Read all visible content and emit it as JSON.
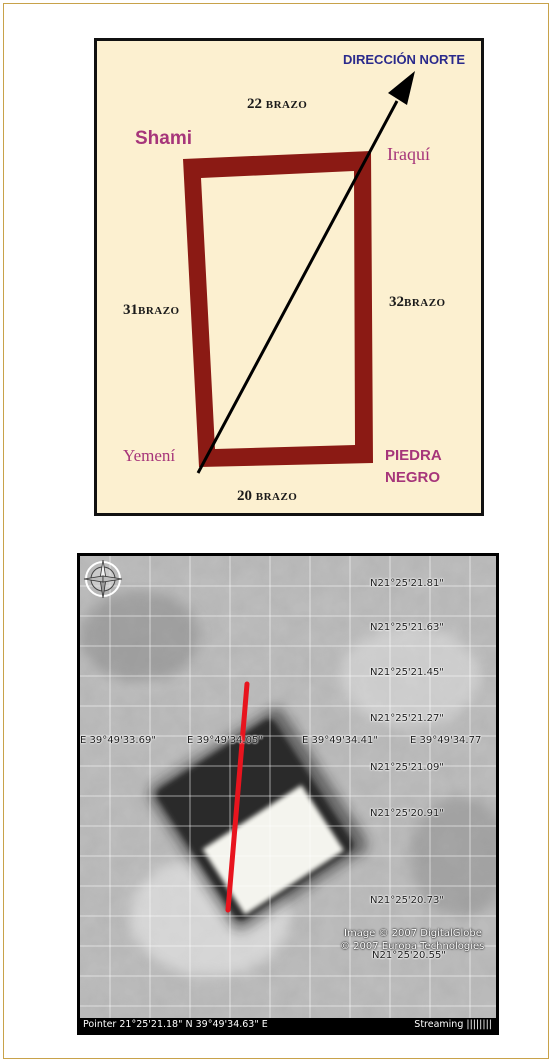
{
  "diagram": {
    "north_label": "DIRECCIÓN NORTE",
    "sides": {
      "top": {
        "num": "22",
        "unit": "BRAZO"
      },
      "left": {
        "num": "31",
        "unit": "BRAZO"
      },
      "right": {
        "num": "32",
        "unit": "BRAZO"
      },
      "bottom": {
        "num": "20",
        "unit": "BRAZO"
      }
    },
    "corners": {
      "shami": "Shami",
      "iraqui": "Iraquí",
      "yemeni": "Yemení",
      "piedra_line1": "PIEDRA",
      "piedra_line2": "NEGRO"
    },
    "colors": {
      "outline": "#8b1a14",
      "corner_text": "#a6357a",
      "north_text": "#2a2a8c",
      "background": "#fcf0d0"
    }
  },
  "satellite": {
    "latitudes": [
      "N21°25'21.81\"",
      "N21°25'21.63\"",
      "N21°25'21.45\"",
      "N21°25'21.27\"",
      "N21°25'21.09\"",
      "N21°25'20.91\"",
      "N21°25'20.73\""
    ],
    "lat_last": "N21°25'20.55\"",
    "longitudes": [
      "E 39°49'33.69\"",
      "E 39°49'34.05\"",
      "E 39°49'34.41\"",
      "E 39°49'34.77"
    ],
    "credit_1": "Image © 2007 DigitalGlobe",
    "credit_2": "© 2007 Europa Technologies",
    "status_pointer": "Pointer  21°25'21.18\" N   39°49'34.63\" E",
    "status_stream": "Streaming ||||||||",
    "colors": {
      "line": "#e8141e"
    }
  }
}
